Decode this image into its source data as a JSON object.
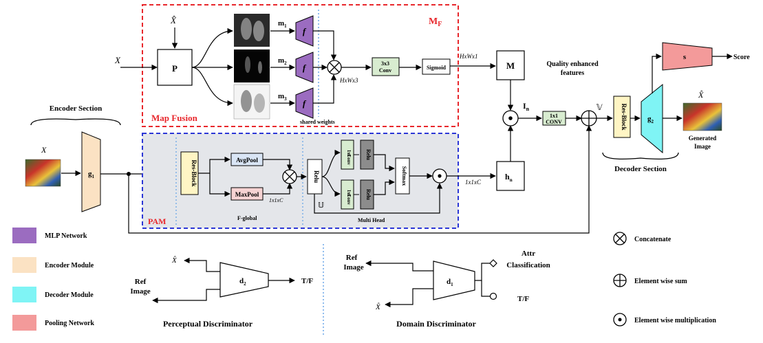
{
  "colors": {
    "mlp": "#9b6cc0",
    "encoder": "#fbe2c3",
    "decoder": "#7ff4f5",
    "pooling": "#f39a9a",
    "conv": "#d8ecd0",
    "resblock": "#fff5c4",
    "avgpool": "#d9e5f5",
    "maxpool": "#f6d3d3",
    "pam_bg": "#e4e6ea",
    "map_fusion_border": "#e8262b",
    "pam_border": "#2b36d6"
  },
  "encoder": {
    "section_title": "Encoder Section",
    "input": "X",
    "block": "g",
    "block_sub": "1"
  },
  "map_fusion": {
    "title_main": "M",
    "title_sub": "F",
    "label": "Map Fusion",
    "input": "X",
    "xhat": "X̂",
    "p": "P",
    "m1": "m",
    "m1_sub": "1",
    "m2": "m",
    "m2_sub": "2",
    "m3": "m",
    "m3_sub": "3",
    "f": "f",
    "hxwx3": "HxWx3",
    "conv_line1": "3x3",
    "conv_line2": "Conv",
    "sigmoid": "Sigmoid",
    "shared": "shared weights",
    "hxwx1": "HxWx1",
    "m_box": "M"
  },
  "pam": {
    "label": "PAM",
    "resblock": "Res-Block",
    "avgpool": "AvgPool",
    "maxpool": "MaxPool",
    "dims1": "1x1xC",
    "fglobal": "F-global",
    "relu": "Relu",
    "conv_line1": "1x1",
    "conv_line2": "Conv",
    "softmax": "Softmax",
    "u": "𝕌",
    "multihead": "Multi Head",
    "dims2": "1x1xC",
    "h": "h",
    "h_sub": "n"
  },
  "middle": {
    "quality_line1": "Quality enhanced",
    "quality_line2": "features",
    "i": "I",
    "i_sub": "n",
    "conv_line1": "1x1",
    "conv_line2": "CONV",
    "v": "𝕍"
  },
  "decoder": {
    "section_title": "Decoder Section",
    "resblock": "Res-Block",
    "block": "g",
    "block_sub": "2",
    "s": "s",
    "score": "Score",
    "xhat": "X̂",
    "generated_line1": "Generated",
    "generated_line2": "Image"
  },
  "legend": {
    "mlp": "MLP Network",
    "encoder": "Encoder Module",
    "decoder": "Decoder Module",
    "pooling": "Pooling Network"
  },
  "perceptual": {
    "xhat": "X̂",
    "ref_line1": "Ref",
    "ref_line2": "Image",
    "block": "d",
    "block_sub": "2",
    "tf": "T/F",
    "title": "Perceptual Discriminator"
  },
  "domain": {
    "ref_line1": "Ref",
    "ref_line2": "Image",
    "xhat": "X̂",
    "block": "d",
    "block_sub": "1",
    "attr_line1": "Attr",
    "attr_line2": "Classification",
    "tf": "T/F",
    "title": "Domain Discriminator"
  },
  "symbols": {
    "concat": "Concatenate",
    "sum": "Element wise sum",
    "mult": "Element wise multiplication"
  }
}
